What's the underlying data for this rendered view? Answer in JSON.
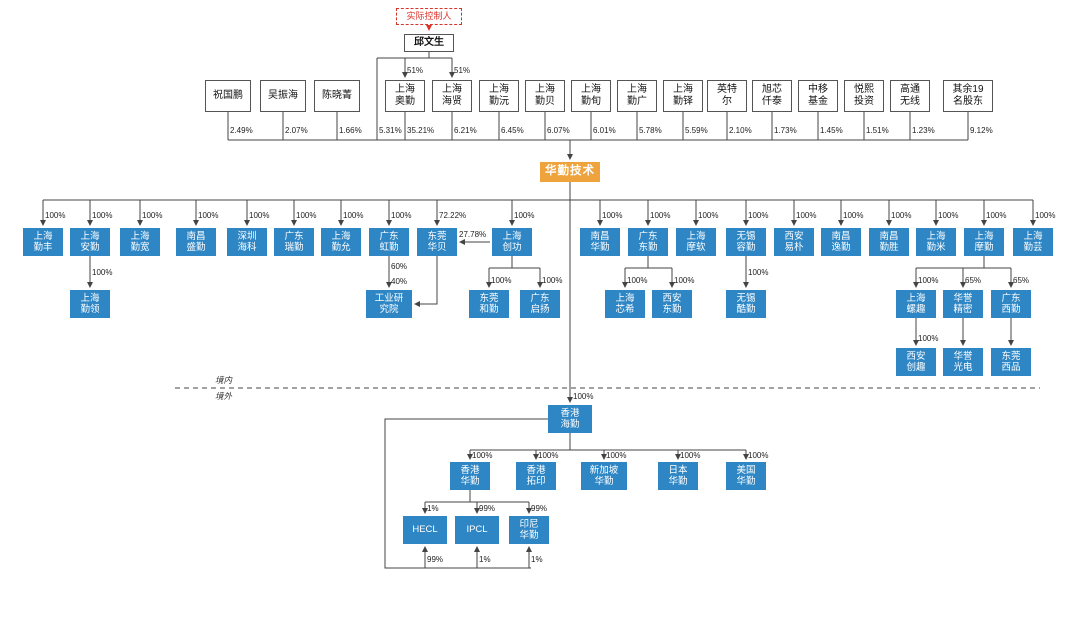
{
  "colors": {
    "blue": "#2e86c5",
    "orange": "#efa33d",
    "red": "#d9342b",
    "line": "#444444"
  },
  "top": {
    "controller_label": "实际控制人",
    "controller_name": "邱文生",
    "pct_left": "51%",
    "pct_right": "51%",
    "pct_direct": "5.31%"
  },
  "shareholders": [
    {
      "name": "祝国鹏",
      "pct": "2.49%"
    },
    {
      "name": "吴振海",
      "pct": "2.07%"
    },
    {
      "name": "陈晓菁",
      "pct": "1.66%"
    },
    {
      "name": "上海\n奥勤",
      "pct": "35.21%"
    },
    {
      "name": "上海\n海贤",
      "pct": "6.21%"
    },
    {
      "name": "上海\n勤沅",
      "pct": "6.45%"
    },
    {
      "name": "上海\n勤贝",
      "pct": "6.07%"
    },
    {
      "name": "上海\n勤旬",
      "pct": "6.01%"
    },
    {
      "name": "上海\n勤广",
      "pct": "5.78%"
    },
    {
      "name": "上海\n勤铎",
      "pct": "5.59%"
    },
    {
      "name": "英特\n尔",
      "pct": "2.10%"
    },
    {
      "name": "旭芯\n仟泰",
      "pct": "1.73%"
    },
    {
      "name": "中移\n基金",
      "pct": "1.45%"
    },
    {
      "name": "悦熙\n投资",
      "pct": "1.51%"
    },
    {
      "name": "高通\n无线",
      "pct": "1.23%"
    },
    {
      "name": "其余19\n名股东",
      "pct": "9.12%"
    }
  ],
  "company": {
    "name": "华勤技术"
  },
  "domestic": [
    {
      "name": "上海\n勤丰",
      "pct": "100%"
    },
    {
      "name": "上海\n安勤",
      "pct": "100%"
    },
    {
      "name": "上海\n勤宽",
      "pct": "100%"
    },
    {
      "name": "南昌\n盛勤",
      "pct": "100%"
    },
    {
      "name": "深圳\n海科",
      "pct": "100%"
    },
    {
      "name": "广东\n瑞勤",
      "pct": "100%"
    },
    {
      "name": "上海\n勤允",
      "pct": "100%"
    },
    {
      "name": "广东\n虹勤",
      "pct": "100%"
    },
    {
      "name": "东莞\n华贝",
      "pct": "72.22%"
    },
    {
      "name": "上海\n创功",
      "pct": "100%"
    },
    {
      "name": "南昌\n华勤",
      "pct": "100%"
    },
    {
      "name": "广东\n东勤",
      "pct": "100%"
    },
    {
      "name": "上海\n摩软",
      "pct": "100%"
    },
    {
      "name": "无锡\n容勤",
      "pct": "100%"
    },
    {
      "name": "西安\n易朴",
      "pct": "100%"
    },
    {
      "name": "南昌\n逸勤",
      "pct": "100%"
    },
    {
      "name": "南昌\n勤胜",
      "pct": "100%"
    },
    {
      "name": "上海\n勤米",
      "pct": "100%"
    },
    {
      "name": "上海\n摩勤",
      "pct": "100%"
    },
    {
      "name": "上海\n勤芸",
      "pct": "100%"
    }
  ],
  "tier2": {
    "qinling": {
      "name": "上海\n勤领",
      "pct": "100%"
    },
    "industry_institute": {
      "name": "工业研\n究院",
      "pct_a": "60%",
      "pct_b": "40%"
    },
    "chuanggong_huabei_pct": "27.78%",
    "dg_heqin": {
      "name": "东莞\n和勤",
      "pct": "100%"
    },
    "gd_qiyang": {
      "name": "广东\n启扬",
      "pct": "100%"
    },
    "sh_xinxi": {
      "name": "上海\n芯希",
      "pct": "100%"
    },
    "xa_dongqin": {
      "name": "西安\n东勤",
      "pct": "100%"
    },
    "wx_kuqin": {
      "name": "无锡\n酷勤",
      "pct": "100%"
    },
    "sh_luoqu": {
      "name": "上海\n螺趣",
      "pct": "100%"
    },
    "hy_jingmi": {
      "name": "华誉\n精密",
      "pct": "65%"
    },
    "gd_xiqin": {
      "name": "广东\n西勤",
      "pct": "65%"
    },
    "xa_chuangqu": {
      "name": "西安\n创趣",
      "pct": "100%"
    },
    "hy_guangdian": {
      "name": "华誉\n光电"
    },
    "dg_xipin": {
      "name": "东莞\n西品"
    }
  },
  "divider": {
    "inside": "境内",
    "outside": "境外"
  },
  "overseas": {
    "hq": {
      "name": "香港\n海勤",
      "pct": "100%"
    },
    "children": [
      {
        "name": "香港\n华勤",
        "pct": "100%"
      },
      {
        "name": "香港\n拓印",
        "pct": "100%"
      },
      {
        "name": "新加坡\n华勤",
        "pct": "100%"
      },
      {
        "name": "日本\n华勤",
        "pct": "100%"
      },
      {
        "name": "美国\n华勤",
        "pct": "100%"
      }
    ],
    "bottom": [
      {
        "name": "HECL",
        "pct_top": "1%",
        "pct_bottom": "99%"
      },
      {
        "name": "IPCL",
        "pct_top": "99%",
        "pct_bottom": "1%"
      },
      {
        "name": "印尼\n华勤",
        "pct_top": "99%",
        "pct_bottom": "1%"
      }
    ]
  }
}
